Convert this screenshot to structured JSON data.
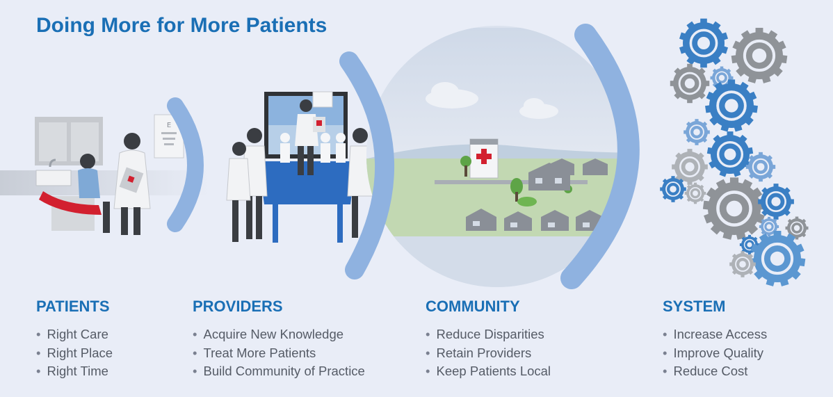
{
  "title": "Doing More for More Patients",
  "sections": [
    {
      "heading": "PATIENTS",
      "items": [
        "Right Care",
        "Right Place",
        "Right Time"
      ]
    },
    {
      "heading": "PROVIDERS",
      "items": [
        "Acquire New Knowledge",
        "Treat More Patients",
        "Build Community of Practice"
      ]
    },
    {
      "heading": "COMMUNITY",
      "items": [
        "Reduce Disparities",
        "Retain Providers",
        "Keep Patients Local"
      ]
    },
    {
      "heading": "SYSTEM",
      "items": [
        "Increase Access",
        "Improve Quality",
        "Reduce Cost"
      ]
    }
  ],
  "colors": {
    "title": "#1a6fb5",
    "arc": "#8fb2e0",
    "community_circle": "#d3dce9",
    "gear_blue": "#3a7fc4",
    "gear_gray": "#8f9398"
  }
}
